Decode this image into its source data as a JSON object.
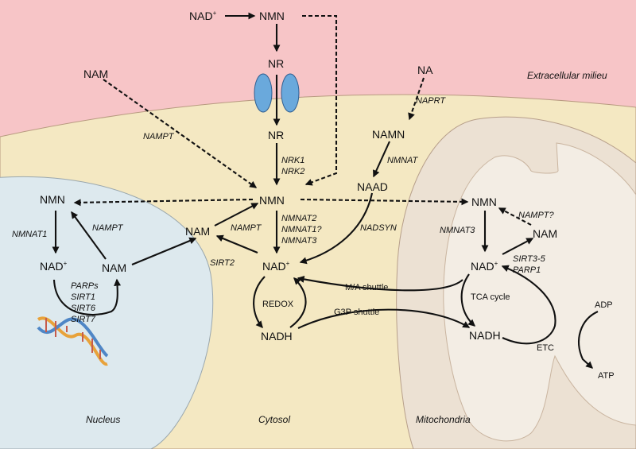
{
  "colors": {
    "extracellular": "#f7c5c7",
    "cytosol": "#f4e8c2",
    "nucleus": "#dde9ee",
    "mitochondria": "#ece1d3",
    "channel": "#6aa9dc"
  },
  "compartments": {
    "extracellular": "Extracellular milieu",
    "nucleus": "Nucleus",
    "cytosol": "Cytosol",
    "mitochondria": "Mitochondria"
  },
  "extracellular": {
    "nad": "NAD",
    "nad_sup": "+",
    "nmn": "NMN",
    "nr": "NR",
    "nam": "NAM",
    "na": "NA"
  },
  "cytosol": {
    "nr": "NR",
    "namn": "NAMN",
    "naad": "NAAD",
    "nmn": "NMN",
    "nam": "NAM",
    "nad": "NAD",
    "nad_sup": "+",
    "nadh": "NADH",
    "redox": "REDOX"
  },
  "nucleus": {
    "nmn": "NMN",
    "nad": "NAD",
    "nad_sup": "+",
    "nam": "NAM"
  },
  "mitochondria": {
    "nmn": "NMN",
    "nam": "NAM",
    "nad": "NAD",
    "nad_sup": "+",
    "nadh": "NADH",
    "tca": "TCA cycle",
    "etc": "ETC",
    "adp": "ADP",
    "atp": "ATP"
  },
  "enzymes": {
    "nampt_extra": "NAMPT",
    "naprt": "NAPRT",
    "nrk1": "NRK1",
    "nrk2": "NRK2",
    "nmnat": "NMNAT",
    "nadsyn": "NADSYN",
    "nmnat2": "NMNAT2",
    "nmnat1q": "NMNAT1?",
    "nmnat3_cyt": "NMNAT3",
    "nampt_cyt": "NAMPT",
    "sirt2": "SIRT2",
    "nmnat1": "NMNAT1",
    "nampt_nuc": "NAMPT",
    "parps": "PARPs",
    "sirt1": "SIRT1",
    "sirt6": "SIRT6",
    "sirt7": "SIRT7",
    "nmnat3_mito": "NMNAT3",
    "nampt_q": "NAMPT?",
    "sirt35": "SIRT3-5",
    "parp1": "PARP1"
  },
  "shuttles": {
    "ma": "M/A shuttle",
    "g3p": "G3P shuttle"
  }
}
